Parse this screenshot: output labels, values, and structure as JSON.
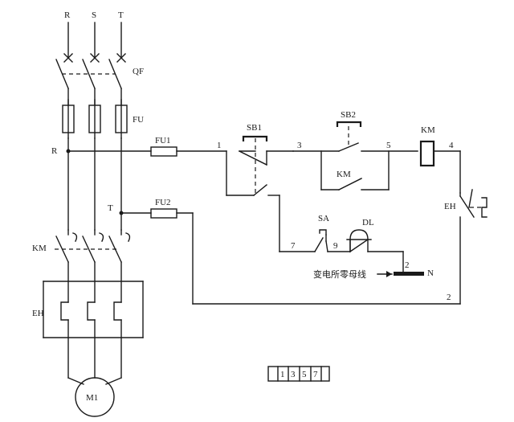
{
  "phases": {
    "r": "R",
    "s": "S",
    "t": "T"
  },
  "breaker": "QF",
  "fuse_main": "FU",
  "fuse1": "FU1",
  "fuse2": "FU2",
  "node_r": "R",
  "node_t": "T",
  "contactor_main": "KM",
  "heater": "EH",
  "motor": "M1",
  "stop_button": "SB1",
  "start_button": "SB2",
  "coil": "KM",
  "aux_contact": "KM",
  "thermal_contact": "EH",
  "switch": "SA",
  "bell": "DL",
  "neutral": "N",
  "neutral_bus_label": "变电所零母线",
  "wires": {
    "w1": "1",
    "w3": "3",
    "w5": "5",
    "w4": "4",
    "w7": "7",
    "w9": "9",
    "w2a": "2",
    "w2b": "2"
  },
  "table_cells": [
    "1",
    "3",
    "5",
    "7"
  ]
}
